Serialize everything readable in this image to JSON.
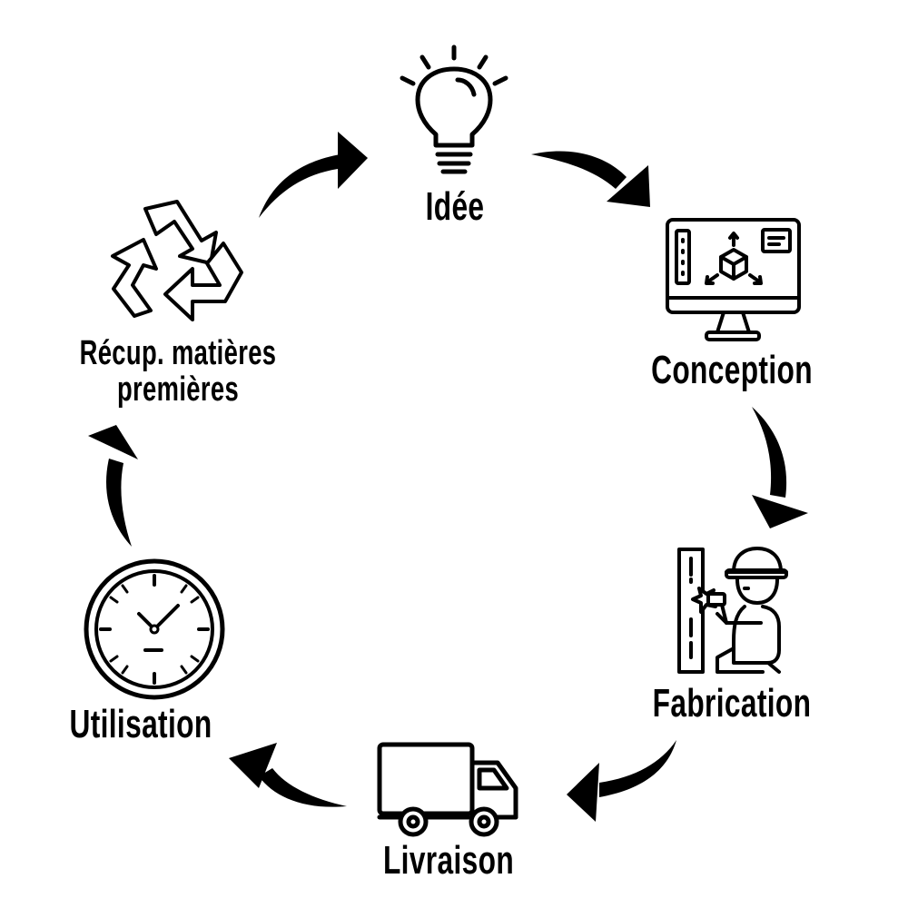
{
  "diagram": {
    "steps": [
      {
        "id": "idee",
        "label": "Idée",
        "icon": "lightbulb-icon"
      },
      {
        "id": "conception",
        "label": "Conception",
        "icon": "computer-3d-design-icon"
      },
      {
        "id": "fabrication",
        "label": "Fabrication",
        "icon": "construction-worker-icon"
      },
      {
        "id": "livraison",
        "label": "Livraison",
        "icon": "delivery-truck-icon"
      },
      {
        "id": "utilisation",
        "label": "Utilisation",
        "icon": "clock-icon"
      },
      {
        "id": "recup",
        "label_line1": "Récup. matières",
        "label_line2": "premières",
        "icon": "recycle-icon"
      }
    ],
    "arrow_color": "#000000",
    "background": "#ffffff"
  }
}
